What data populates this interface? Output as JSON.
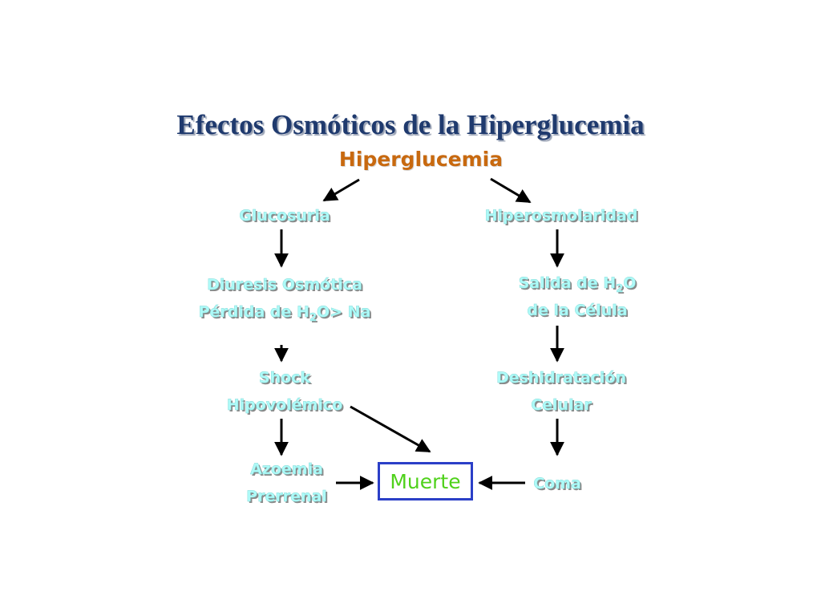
{
  "title": "Efectos Osmóticos de la Hiperglucemia",
  "root": "Hiperglucemia",
  "nodes": {
    "glucosuria": "Glucosuria",
    "hiperosmolaridad": "Hiperosmolaridad",
    "diuresis_line1": "Diuresis Osmótica",
    "diuresis_line2_a": "Pérdida de H",
    "diuresis_line2_sub": "2",
    "diuresis_line2_b": "O> Na",
    "salida_line1_a": "Salida de H",
    "salida_line1_sub": "2",
    "salida_line1_b": "O",
    "salida_line2": "de la Célula",
    "shock_line1": "Shock",
    "shock_line2": "Hipovolémico",
    "deshidratacion_line1": "Deshidratación",
    "deshidratacion_line2": "Celular",
    "azoemia_line1": "Azoemia",
    "azoemia_line2": "Prerrenal",
    "muerte": "Muerte",
    "coma": "Coma"
  },
  "colors": {
    "title": "#1f3a6e",
    "root": "#c8690f",
    "node_text": "#aefaf8",
    "muerte_text": "#4fd11b",
    "muerte_border": "#2b3fc7",
    "arrow": "#000000"
  }
}
